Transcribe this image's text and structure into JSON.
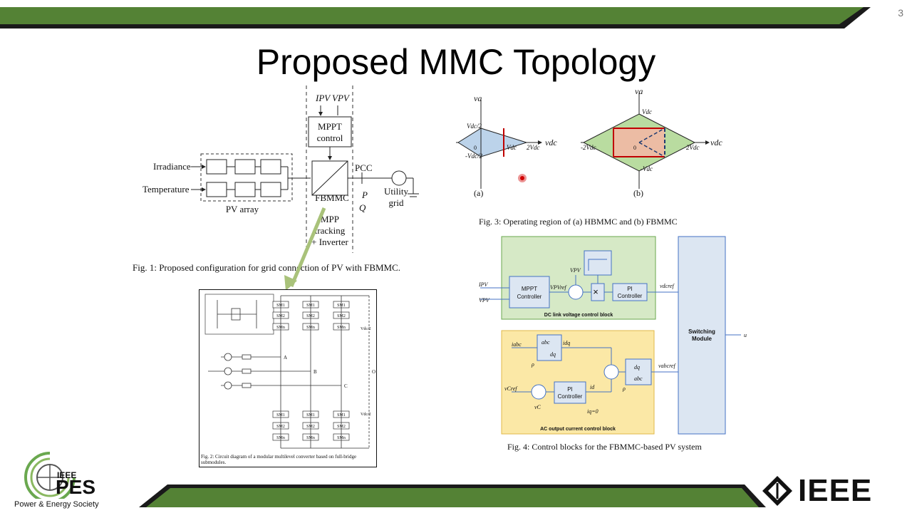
{
  "slide": {
    "number": "3",
    "title": "Proposed MMC Topology"
  },
  "fig1": {
    "caption": "Fig. 1: Proposed configuration for grid connection of PV with FBMMC.",
    "ipv": "IPV",
    "vpv": "VPV",
    "mppt_line1": "MPPT",
    "mppt_line2": "control",
    "irradiance": "Irradiance",
    "temperature": "Temperature",
    "pv_array": "PV array",
    "fbmmc": "FBMMC",
    "pcc": "PCC",
    "p": "P",
    "q": "Q",
    "utility": "Utility",
    "grid": "grid",
    "mpp_line1": "MPP",
    "mpp_line2": "tracking",
    "mpp_line3": "+ Inverter"
  },
  "fig2": {
    "caption_line1": "Fig. 2: Circuit diagram of a modular multilevel converter based on full-bridge",
    "caption_line2": "submodules.",
    "sm_labels": [
      "SM1",
      "SM2",
      "SMn"
    ],
    "phase_labels": [
      "A",
      "B",
      "C"
    ],
    "o_label": "O",
    "vdc2": "Vdc/2"
  },
  "fig3": {
    "caption": "Fig. 3: Operating region of (a) HBMMC and (b) FBMMC",
    "a_label": "(a)",
    "b_label": "(b)",
    "va": "va",
    "vdc": "vdc",
    "vdc_half": "Vdc/2",
    "neg_vdc_half": "-Vdc/2",
    "vdc_tick": "Vdc",
    "two_vdc": "2Vdc",
    "neg_two_vdc": "-2Vdc",
    "neg_vdc": "-Vdc",
    "zero": "0"
  },
  "fig4": {
    "caption": "Fig. 4: Control blocks for the FBMMC-based PV system",
    "dc_block_label": "DC link voltage control block",
    "ac_block_label": "AC output current control block",
    "mppt_line1": "MPPT",
    "mppt_line2": "Controller",
    "pi_line1": "PI",
    "pi_line2": "Controller",
    "switching_line1": "Switching",
    "switching_line2": "Module",
    "abc": "abc",
    "dq": "dq",
    "ipv": "IPV",
    "vpv": "VPV",
    "vpv_ref": "VPVref",
    "vpv_in": "VPV",
    "vdc_ref": "vdcref",
    "iabc": "iabc",
    "idq": "idq",
    "rho": "ρ",
    "vc_ref": "vCref",
    "vc": "vC",
    "id": "id",
    "iq": "iq=0",
    "vabc_ref": "vabcref",
    "u": "u"
  },
  "logos": {
    "pes_ieee": "IEEE",
    "pes": "PES",
    "pes_society": "Power & Energy Society",
    "ieee": "IEEE"
  },
  "colors": {
    "bar_green": "#548235",
    "bar_black": "#1a1a1a",
    "green_box": "#d6e9c6",
    "yellow_box": "#fbe8a6",
    "blue_box": "#dce6f2",
    "arrow_green": "#a9c27a"
  }
}
